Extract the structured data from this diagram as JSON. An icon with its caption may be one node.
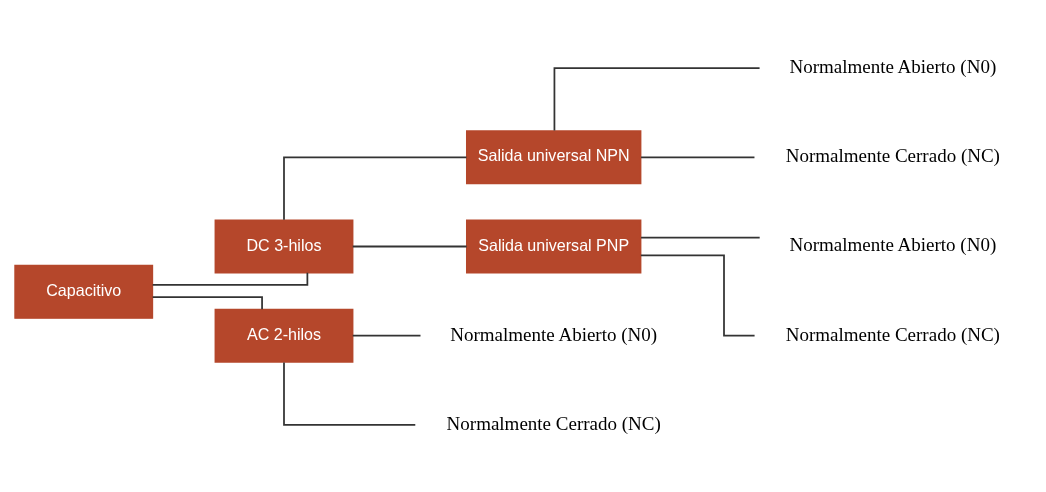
{
  "diagram": {
    "nodes": [
      {
        "text": [
          "Capacitivo"
        ]
      },
      {
        "text": [
          "DC 3-hilos"
        ]
      },
      {
        "text": [
          "Salida universal NPN"
        ]
      },
      {
        "text": [
          "Normalmente Abierto (N0)"
        ]
      },
      {
        "text": [
          "Normalmente Cerrado (NC)"
        ]
      },
      {
        "text": [
          "Salida universal PNP"
        ]
      },
      {
        "text": [
          "Normalmente Abierto (N0)"
        ]
      },
      {
        "text": [
          "Normalmente Cerrado (NC)"
        ]
      },
      {
        "text": [
          "AC 2-hilos"
        ]
      },
      {
        "text": [
          "Normalmente Abierto (N0)"
        ]
      },
      {
        "text": [
          "Normalmente Cerrado (NC)"
        ]
      }
    ],
    "edges": [
      {
        "from": 0,
        "to": 1,
        "arrow": "none"
      },
      {
        "from": 0,
        "to": 8,
        "arrow": "none"
      },
      {
        "from": 1,
        "to": 2,
        "arrow": "none"
      },
      {
        "from": 1,
        "to": 5,
        "arrow": "none"
      },
      {
        "from": 2,
        "to": 3,
        "arrow": "none"
      },
      {
        "from": 2,
        "to": 4,
        "arrow": "none"
      },
      {
        "from": 5,
        "to": 6,
        "arrow": "none"
      },
      {
        "from": 5,
        "to": 7,
        "arrow": "none"
      },
      {
        "from": 8,
        "to": 9,
        "arrow": "none"
      },
      {
        "from": 8,
        "to": 10,
        "arrow": "none"
      }
    ]
  }
}
